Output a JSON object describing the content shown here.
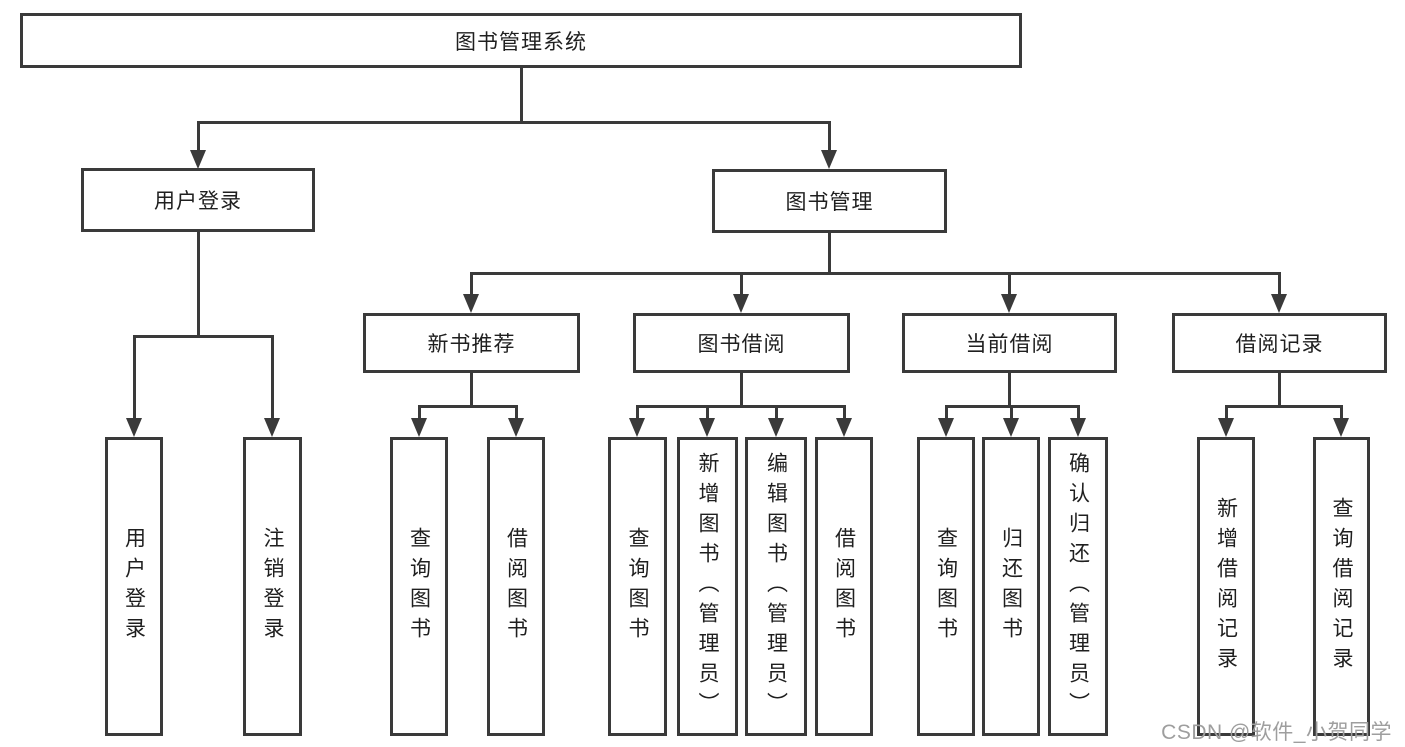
{
  "diagram": {
    "type": "hierarchy-tree",
    "watermark": "CSDN @软件_小贺同学",
    "colors": {
      "line": "#3a3a3a",
      "text": "#1f1f1f",
      "watermark": "#9e9e9e",
      "background": "#ffffff"
    },
    "root": {
      "label": "图书管理系统"
    },
    "branches": [
      {
        "label": "用户登录",
        "children": [
          {
            "label": "用户登录"
          },
          {
            "label": "注销登录"
          }
        ]
      },
      {
        "label": "图书管理",
        "children": [
          {
            "label": "新书推荐",
            "children": [
              {
                "label": "查询图书"
              },
              {
                "label": "借阅图书"
              }
            ]
          },
          {
            "label": "图书借阅",
            "children": [
              {
                "label": "查询图书"
              },
              {
                "label": "新增图书（管理员）"
              },
              {
                "label": "编辑图书（管理员）"
              },
              {
                "label": "借阅图书"
              }
            ]
          },
          {
            "label": "当前借阅",
            "children": [
              {
                "label": "查询图书"
              },
              {
                "label": "归还图书"
              },
              {
                "label": "确认归还（管理员）"
              }
            ]
          },
          {
            "label": "借阅记录",
            "children": [
              {
                "label": "新增借阅记录"
              },
              {
                "label": "查询借阅记录"
              }
            ]
          }
        ]
      }
    ]
  }
}
